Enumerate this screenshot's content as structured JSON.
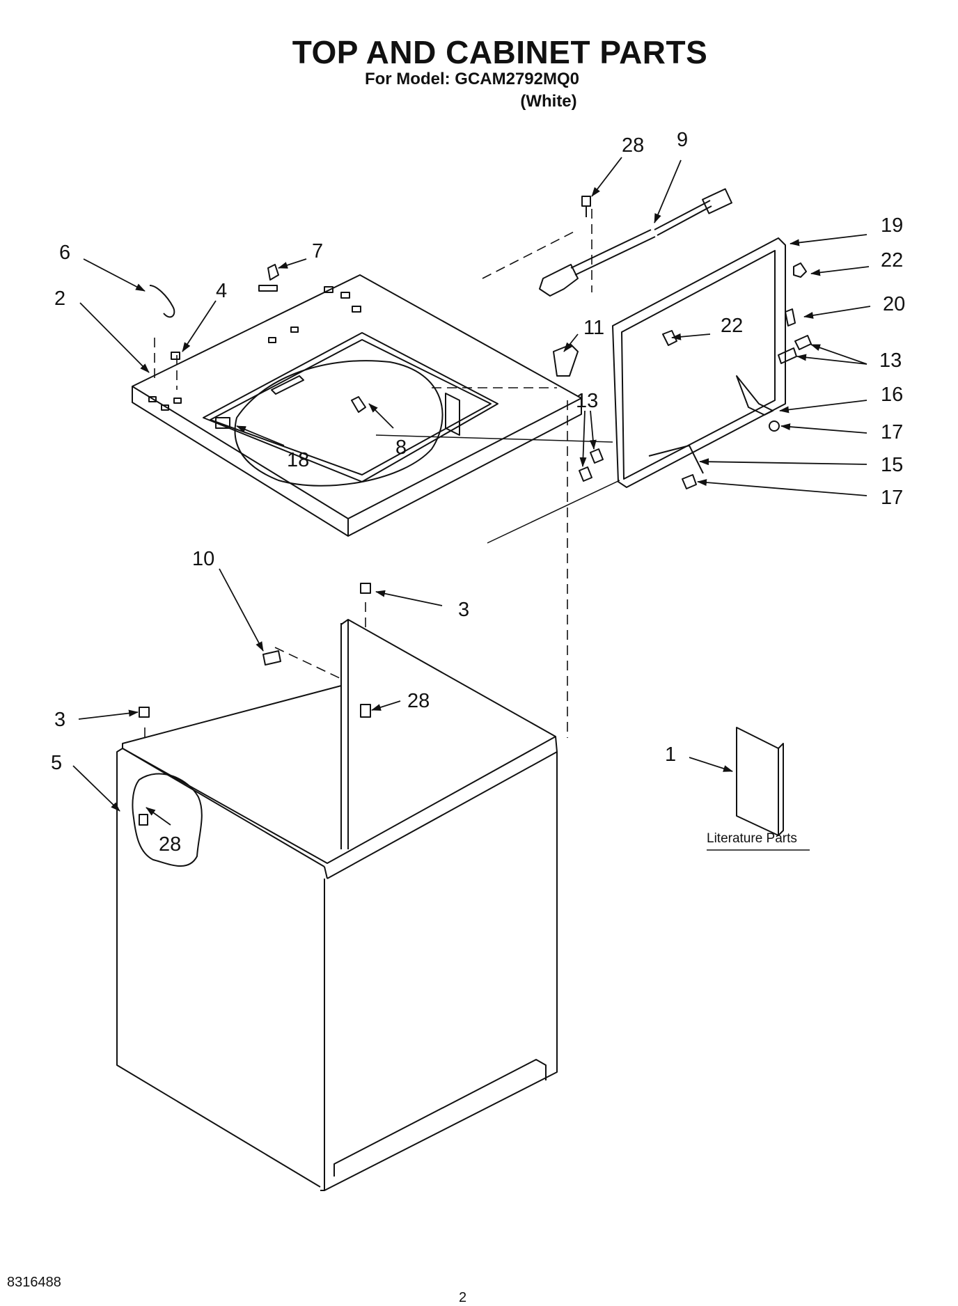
{
  "title": "TOP AND CABINET PARTS",
  "subtitle": "For Model: GCAM2792MQ0",
  "variant": "(White)",
  "literature_label": "Literature Parts",
  "doc_number": "8316488",
  "page_number": "2",
  "callouts": [
    {
      "id": "c28a",
      "label": "28"
    },
    {
      "id": "c9",
      "label": "9"
    },
    {
      "id": "c19",
      "label": "19"
    },
    {
      "id": "c22a",
      "label": "22"
    },
    {
      "id": "c20",
      "label": "20"
    },
    {
      "id": "c22b",
      "label": "22"
    },
    {
      "id": "c13a",
      "label": "13"
    },
    {
      "id": "c16",
      "label": "16"
    },
    {
      "id": "c17a",
      "label": "17"
    },
    {
      "id": "c15",
      "label": "15"
    },
    {
      "id": "c17b",
      "label": "17"
    },
    {
      "id": "c13b",
      "label": "13"
    },
    {
      "id": "c11",
      "label": "11"
    },
    {
      "id": "c6",
      "label": "6"
    },
    {
      "id": "c7",
      "label": "7"
    },
    {
      "id": "c4",
      "label": "4"
    },
    {
      "id": "c2",
      "label": "2"
    },
    {
      "id": "c18",
      "label": "18"
    },
    {
      "id": "c8",
      "label": "8"
    },
    {
      "id": "c10",
      "label": "10"
    },
    {
      "id": "c3a",
      "label": "3"
    },
    {
      "id": "c28b",
      "label": "28"
    },
    {
      "id": "c3b",
      "label": "3"
    },
    {
      "id": "c5",
      "label": "5"
    },
    {
      "id": "c28c",
      "label": "28"
    },
    {
      "id": "c1",
      "label": "1"
    }
  ]
}
